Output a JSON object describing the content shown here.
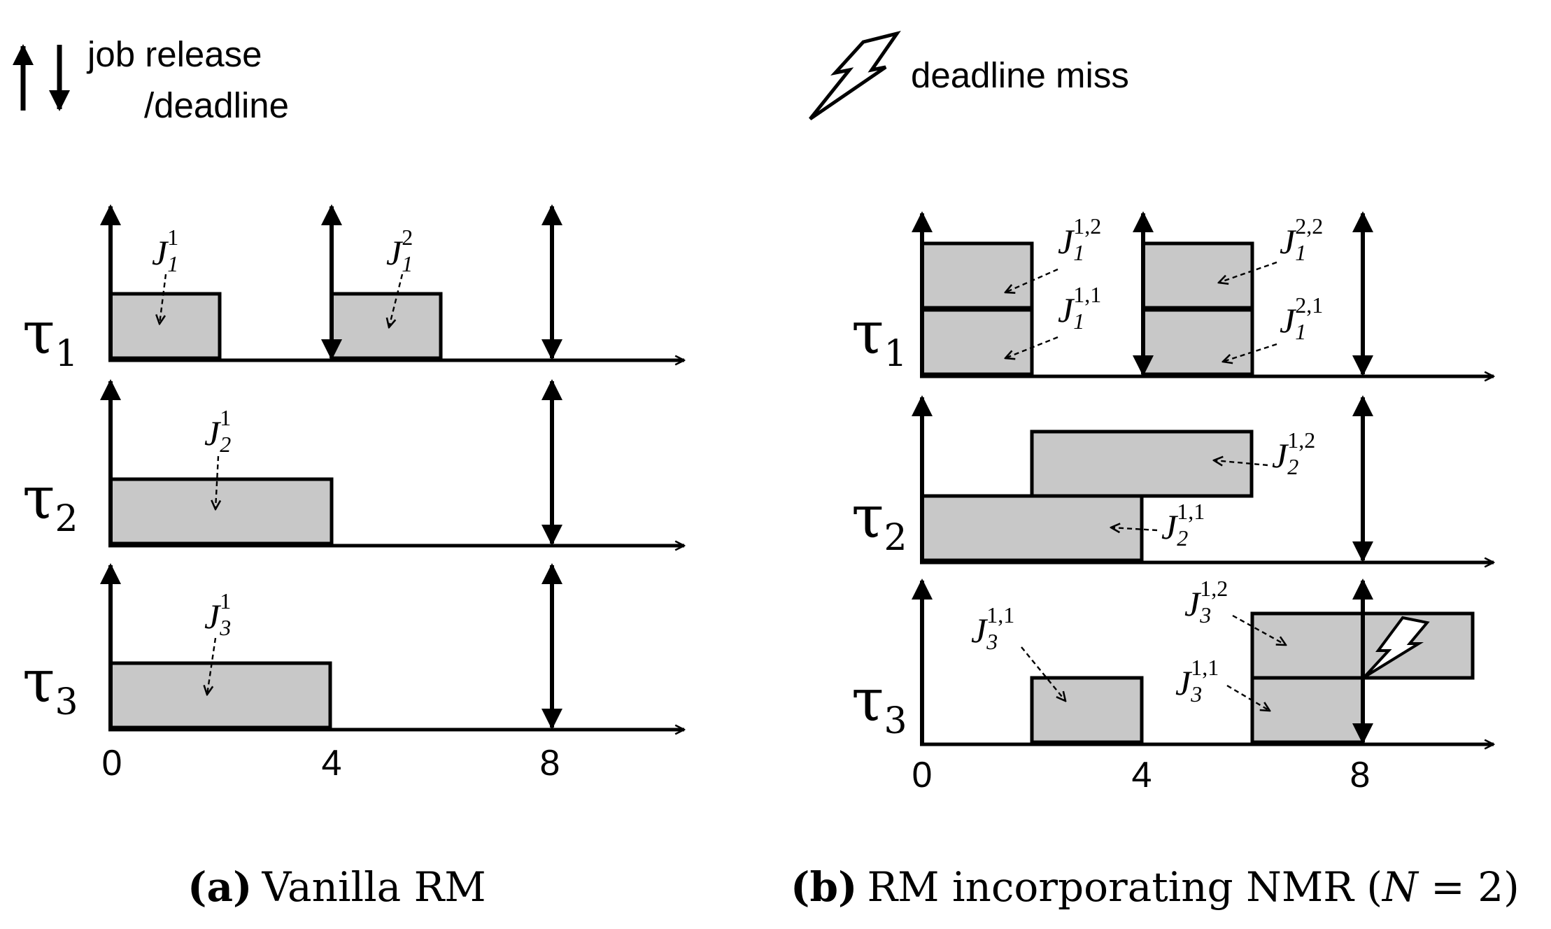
{
  "legend": {
    "release_deadline_line1": "job release",
    "release_deadline_line2": "/deadline",
    "deadline_miss": "deadline miss"
  },
  "tasks": {
    "tau1": {
      "sym": "τ",
      "sub": "1"
    },
    "tau2": {
      "sym": "τ",
      "sub": "2"
    },
    "tau3": {
      "sym": "τ",
      "sub": "3"
    }
  },
  "time_ticks": [
    "0",
    "4",
    "8"
  ],
  "panel_a": {
    "caption_letter": "(a)",
    "caption_text": "Vanilla RM",
    "jobs": {
      "j11": {
        "sym": "J",
        "sub": "1",
        "sup": "1"
      },
      "j12": {
        "sym": "J",
        "sub": "1",
        "sup": "2"
      },
      "j21": {
        "sym": "J",
        "sub": "2",
        "sup": "1"
      },
      "j31": {
        "sym": "J",
        "sub": "3",
        "sup": "1"
      }
    },
    "schedule": [
      {
        "task": "τ1",
        "job": "J1^1",
        "start": 0,
        "end": 2
      },
      {
        "task": "τ1",
        "job": "J1^2",
        "start": 4,
        "end": 6
      },
      {
        "task": "τ2",
        "job": "J2^1",
        "start": 0,
        "end": 4
      },
      {
        "task": "τ3",
        "job": "J3^1",
        "start": 0,
        "end": 4
      }
    ]
  },
  "panel_b": {
    "caption_letter": "(b)",
    "caption_text": "RM incorporating NMR (",
    "caption_var": "N",
    "caption_eq": " = 2)",
    "jobs": {
      "j1_11": {
        "sym": "J",
        "sub": "1",
        "sup": "1,1"
      },
      "j1_12": {
        "sym": "J",
        "sub": "1",
        "sup": "1,2"
      },
      "j1_21": {
        "sym": "J",
        "sub": "1",
        "sup": "2,1"
      },
      "j1_22": {
        "sym": "J",
        "sub": "1",
        "sup": "2,2"
      },
      "j2_11": {
        "sym": "J",
        "sub": "2",
        "sup": "1,1"
      },
      "j2_12": {
        "sym": "J",
        "sub": "2",
        "sup": "1,2"
      },
      "j3_11a": {
        "sym": "J",
        "sub": "3",
        "sup": "1,1"
      },
      "j3_12": {
        "sym": "J",
        "sub": "3",
        "sup": "1,2"
      },
      "j3_11b": {
        "sym": "J",
        "sub": "3",
        "sup": "1,1"
      }
    },
    "schedule": [
      {
        "task": "τ1",
        "job": "J1^1,1",
        "start": 0,
        "end": 2
      },
      {
        "task": "τ1",
        "job": "J1^1,2",
        "start": 0,
        "end": 2
      },
      {
        "task": "τ1",
        "job": "J1^2,1",
        "start": 4,
        "end": 6
      },
      {
        "task": "τ1",
        "job": "J1^2,2",
        "start": 4,
        "end": 6
      },
      {
        "task": "τ2",
        "job": "J2^1,1",
        "start": 0,
        "end": 4
      },
      {
        "task": "τ2",
        "job": "J2^1,2",
        "start": 2,
        "end": 6
      },
      {
        "task": "τ3",
        "job": "J3^1,1",
        "start": 2,
        "end": 4
      },
      {
        "task": "τ3",
        "job": "J3^1,1",
        "start": 6,
        "end": 8
      },
      {
        "task": "τ3",
        "job": "J3^1,2",
        "start": 6,
        "end": 10
      }
    ]
  },
  "colors": {
    "ink": "#000000",
    "job_fill": "#c8c8c8",
    "background": "#ffffff"
  }
}
